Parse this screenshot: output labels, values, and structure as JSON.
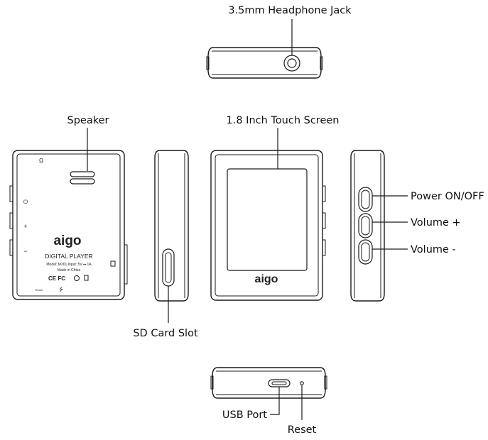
{
  "labels": {
    "headphone_jack": "3.5mm Headphone Jack",
    "speaker": "Speaker",
    "touch_screen": "1.8 Inch Touch Screen",
    "power": "Power ON/OFF",
    "volume_up": "Volume +",
    "volume_down": "Volume -",
    "sd_card_slot": "SD Card Slot",
    "usb_port": "USB Port",
    "reset": "Reset"
  },
  "back_panel": {
    "logo": "aigo",
    "product": "DIGITAL PLAYER",
    "spec_line": "Model: M301   Input: 5V ⎓ 1A",
    "origin": "Made in China",
    "certs": "CE  FC",
    "headphone_mark": "Ω",
    "plus_mark": "+",
    "minus_mark": "−",
    "power_mark": "⏻",
    "reset_mark": "Reset",
    "usb_mark": "⭍"
  },
  "front_panel": {
    "logo": "aigo"
  }
}
